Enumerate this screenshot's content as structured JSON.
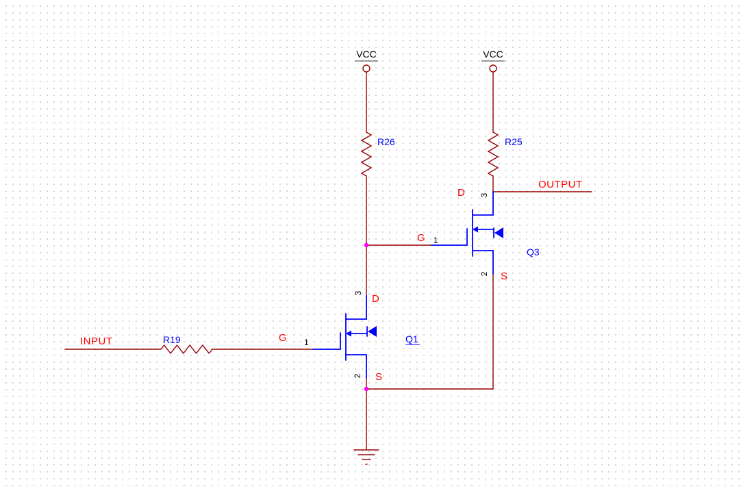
{
  "app": {
    "view": "schematic-capture-canvas"
  },
  "colors": {
    "wire": "#990000",
    "component_symbol": "#0000ff",
    "net_label": "#ff0000",
    "pin_name": "#ff0000",
    "pin_number": "#000000",
    "designator": "#0000ff",
    "power_label": "#000000",
    "junction_dot": "#ff00ff",
    "grid_dot": "#d2d2d2",
    "background": "#ffffff"
  },
  "power_ports": {
    "vcc_left": {
      "label": "VCC"
    },
    "vcc_right": {
      "label": "VCC"
    }
  },
  "net_labels": {
    "input": {
      "text": "INPUT"
    },
    "output": {
      "text": "OUTPUT"
    }
  },
  "resistors": {
    "r26": {
      "designator": "R26"
    },
    "r25": {
      "designator": "R25"
    },
    "r19": {
      "designator": "R19"
    }
  },
  "transistors": {
    "q1": {
      "designator": "Q1",
      "pins": {
        "drain": {
          "name": "D",
          "number": "3"
        },
        "gate": {
          "name": "G",
          "number": "1"
        },
        "source": {
          "name": "S",
          "number": "2"
        }
      }
    },
    "q3": {
      "designator": "Q3",
      "pins": {
        "drain": {
          "name": "D",
          "number": "3"
        },
        "gate": {
          "name": "G",
          "number": "1"
        },
        "source": {
          "name": "S",
          "number": "2"
        }
      }
    }
  }
}
